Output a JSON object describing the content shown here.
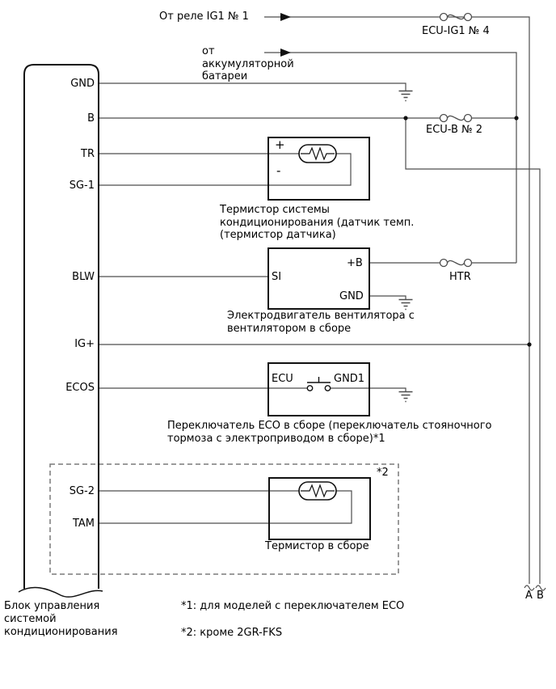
{
  "diagram": {
    "sources": {
      "ig1_relay": "От реле IG1 № 1",
      "battery": "от\nаккумуляторной\nбатареи"
    },
    "fuses": {
      "ecu_ig1": "ECU-IG1 № 4",
      "ecu_b": "ECU-B № 2",
      "htr": "HTR"
    },
    "ecu": {
      "label": "Блок управления\nсистемой\nкондиционирования",
      "pins": [
        "GND",
        "B",
        "TR",
        "SG-1",
        "BLW",
        "IG+",
        "ECOS",
        "SG-2",
        "TAM"
      ]
    },
    "components": {
      "ac_thermistor": {
        "plus": "+",
        "minus": "-",
        "caption": "Термистор системы\nкондиционирования (датчик темп.\n(термистор датчика)"
      },
      "blower_motor": {
        "pin_si": "SI",
        "pin_plus_b": "+B",
        "pin_gnd": "GND",
        "caption": "Электродвигатель вентилятора с\nвентилятором в сборе"
      },
      "eco_switch": {
        "pin_ecu": "ECU",
        "pin_gnd1": "GND1",
        "caption": "Переключатель ECO в сборе (переключатель стояночного\nтормоза с электроприводом в сборе)*1"
      },
      "thermistor_assy": {
        "note_ref": "*2",
        "caption": "Термистор в сборе"
      }
    },
    "notes": {
      "note1": "*1: для моделей с переключателем ECO",
      "note2": "*2: кроме 2GR-FKS"
    },
    "terminals": {
      "a": "A",
      "b": "B"
    },
    "colors": {
      "wire": "#4d4d4d",
      "outline": "#111111",
      "dashed_box": "#7a7a7a"
    }
  }
}
